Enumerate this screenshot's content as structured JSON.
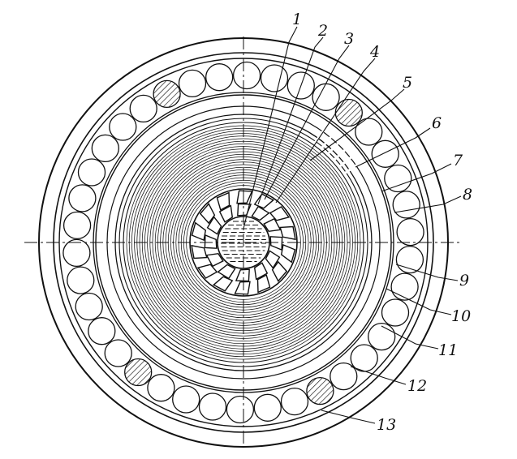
{
  "labels": [
    {
      "id": "1",
      "text": "1"
    },
    {
      "id": "2",
      "text": "2"
    },
    {
      "id": "3",
      "text": "3"
    },
    {
      "id": "4",
      "text": "4"
    },
    {
      "id": "5",
      "text": "5"
    },
    {
      "id": "6",
      "text": "6"
    },
    {
      "id": "7",
      "text": "7"
    },
    {
      "id": "8",
      "text": "8"
    },
    {
      "id": "9",
      "text": "9"
    },
    {
      "id": "10",
      "text": "10"
    },
    {
      "id": "11",
      "text": "11"
    },
    {
      "id": "12",
      "text": "12"
    },
    {
      "id": "13",
      "text": "13"
    }
  ],
  "colors": {
    "ink": "#111111",
    "paper": "#ffffff"
  }
}
